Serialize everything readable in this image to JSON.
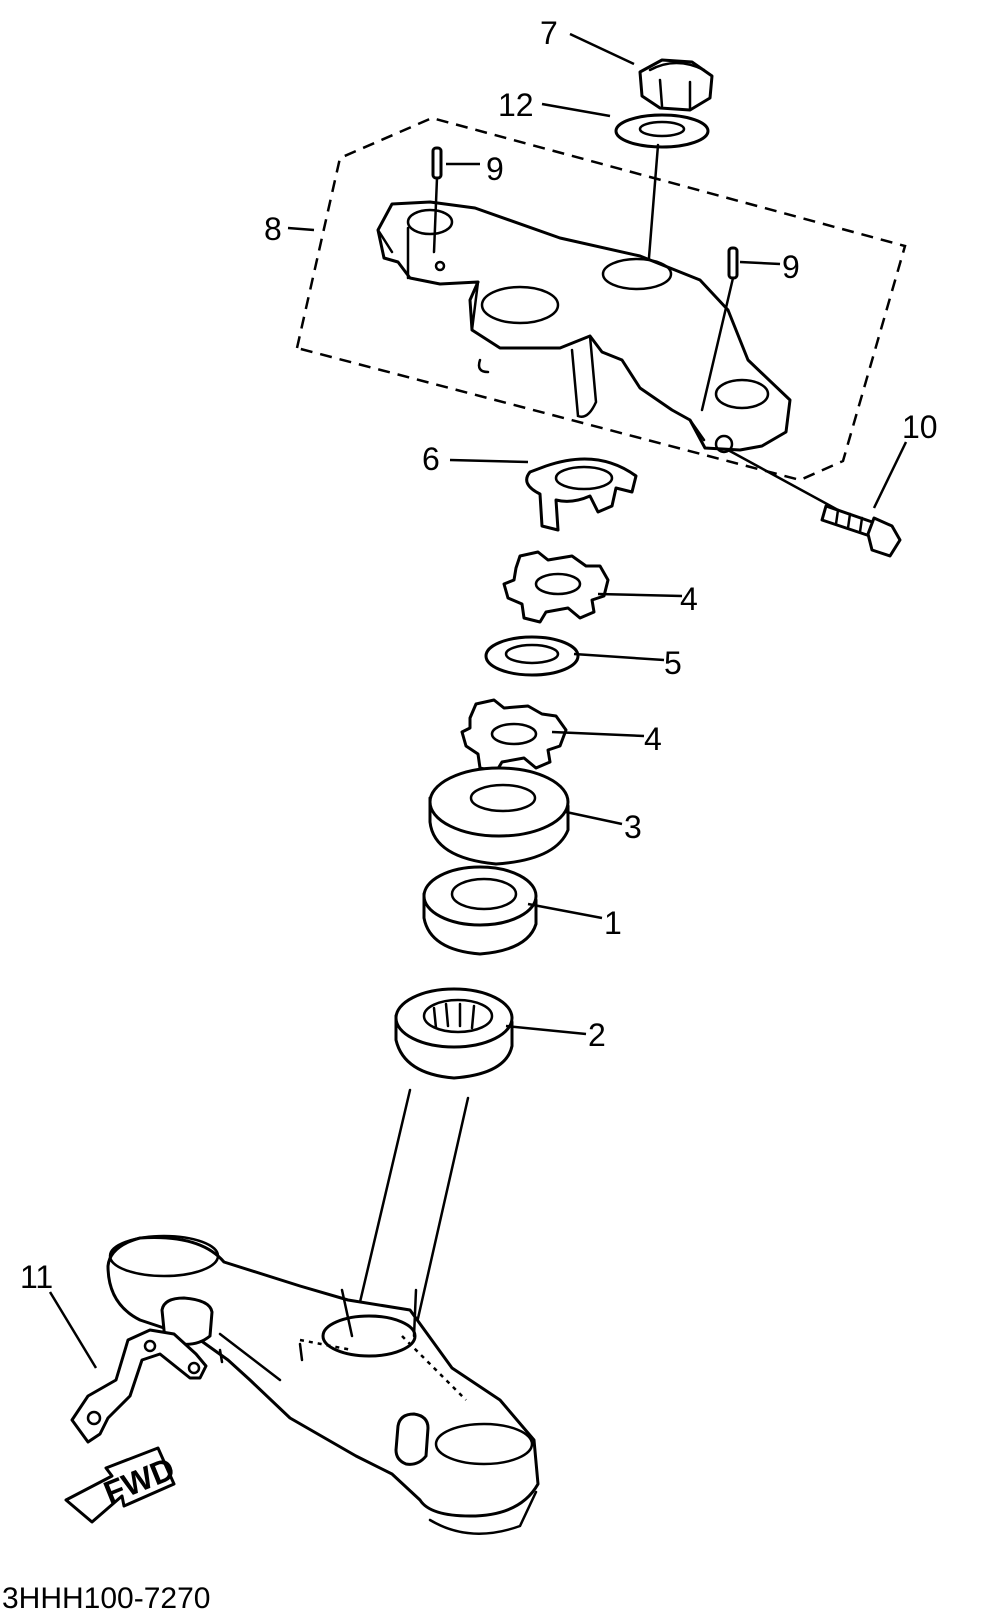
{
  "diagram_code": "3HHH100-7270",
  "fwd_label": "FWD",
  "callouts": {
    "p1": "1",
    "p2": "2",
    "p3": "3",
    "p4a": "4",
    "p4b": "4",
    "p5": "5",
    "p6": "6",
    "p7": "7",
    "p8": "8",
    "p9a": "9",
    "p9b": "9",
    "p10": "10",
    "p11": "11",
    "p12": "12"
  }
}
